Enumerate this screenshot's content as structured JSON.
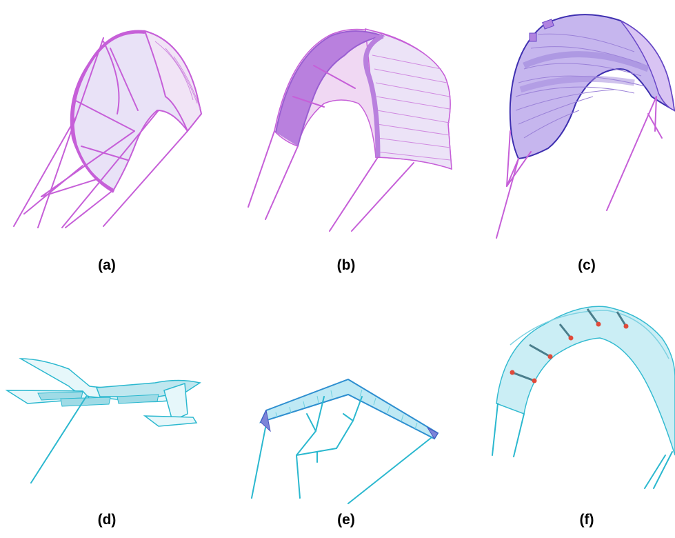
{
  "panels": [
    {
      "id": "a",
      "label": "(a)",
      "subject": "leading-edge inflatable kite with bridle lines",
      "color": "#c65fd8"
    },
    {
      "id": "b",
      "label": "(b)",
      "subject": "arc kite with tethers",
      "color": "#c65fd8"
    },
    {
      "id": "c",
      "label": "(c)",
      "subject": "ram-air kite with tethers",
      "color": "#6a48c8"
    },
    {
      "id": "d",
      "label": "(d)",
      "subject": "tethered aircraft",
      "color": "#2bb8cf"
    },
    {
      "id": "e",
      "label": "(e)",
      "subject": "swept rigid wing with bridle tree",
      "color": "#2bb8cf"
    },
    {
      "id": "f",
      "label": "(f)",
      "subject": "segmented arc kite with joints",
      "color": "#2bb8cf"
    }
  ],
  "colors": {
    "kite_purple": "#c65fd8",
    "kite_violet": "#6a48c8",
    "tether_cyan": "#2bb8cf",
    "joint_red": "#e04a3a"
  }
}
